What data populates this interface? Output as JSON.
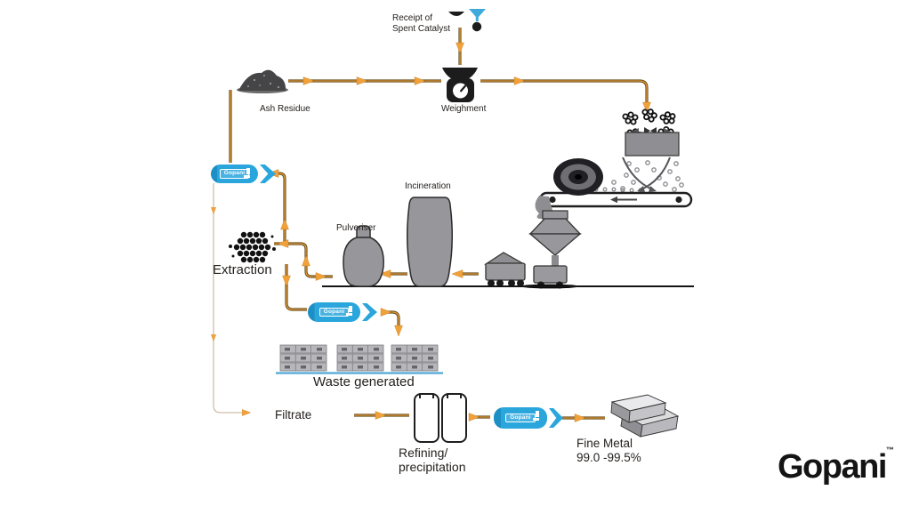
{
  "labels": {
    "receipt_line1": "Receipt of",
    "receipt_line2": "Spent Catalyst",
    "ash_residue": "Ash Residue",
    "weighment": "Weighment",
    "incineration": "Incineration",
    "pulveriser": "Pulveriser",
    "extraction": "Extraction",
    "waste_generated": "Waste generated",
    "filtrate": "Filtrate",
    "refining_line1": "Refining/",
    "refining_line2": "precipitation",
    "fine_metal_line1": "Fine Metal",
    "fine_metal_line2": "99.0 -99.5%"
  },
  "capsules": [
    {
      "label": "Gopani"
    },
    {
      "label": "Gopani"
    },
    {
      "label": "Gopani"
    }
  ],
  "logo": {
    "text": "Gopani",
    "trademark": "™"
  },
  "colors": {
    "capsule_blue": "#2aa6dd",
    "arrow_orange": "#f2a13a",
    "line_brown": "#6a5122",
    "vessel_gray": "#97979b",
    "waste_underline_blue": "#4fa8d8"
  }
}
